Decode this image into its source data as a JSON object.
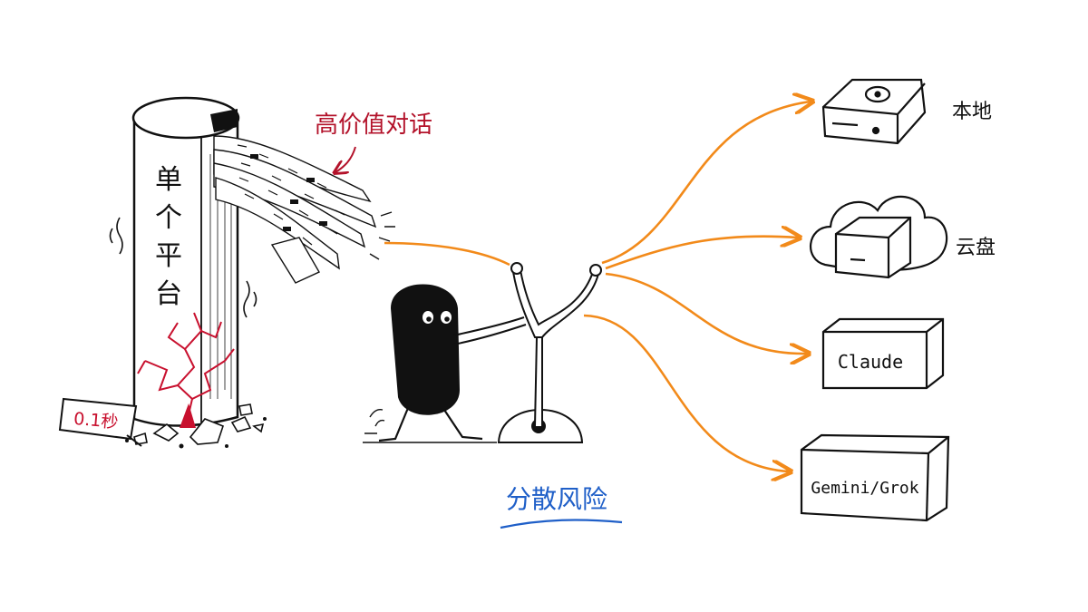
{
  "pillar": {
    "label_chars": [
      "单",
      "个",
      "平",
      "台"
    ]
  },
  "annotation": {
    "text": "高价值对话"
  },
  "timer_sign": {
    "text": "0.1秒"
  },
  "caption": {
    "text": "分散风险"
  },
  "targets": {
    "local": "本地",
    "cloud": "云盘",
    "claude": "Claude",
    "gemini": "Gemini/Grok"
  },
  "colors": {
    "ink": "#111111",
    "crack_red": "#c8102e",
    "annotation_red": "#b3122a",
    "arrow_orange": "#f28a1a",
    "caption_blue": "#1f5fc8"
  }
}
